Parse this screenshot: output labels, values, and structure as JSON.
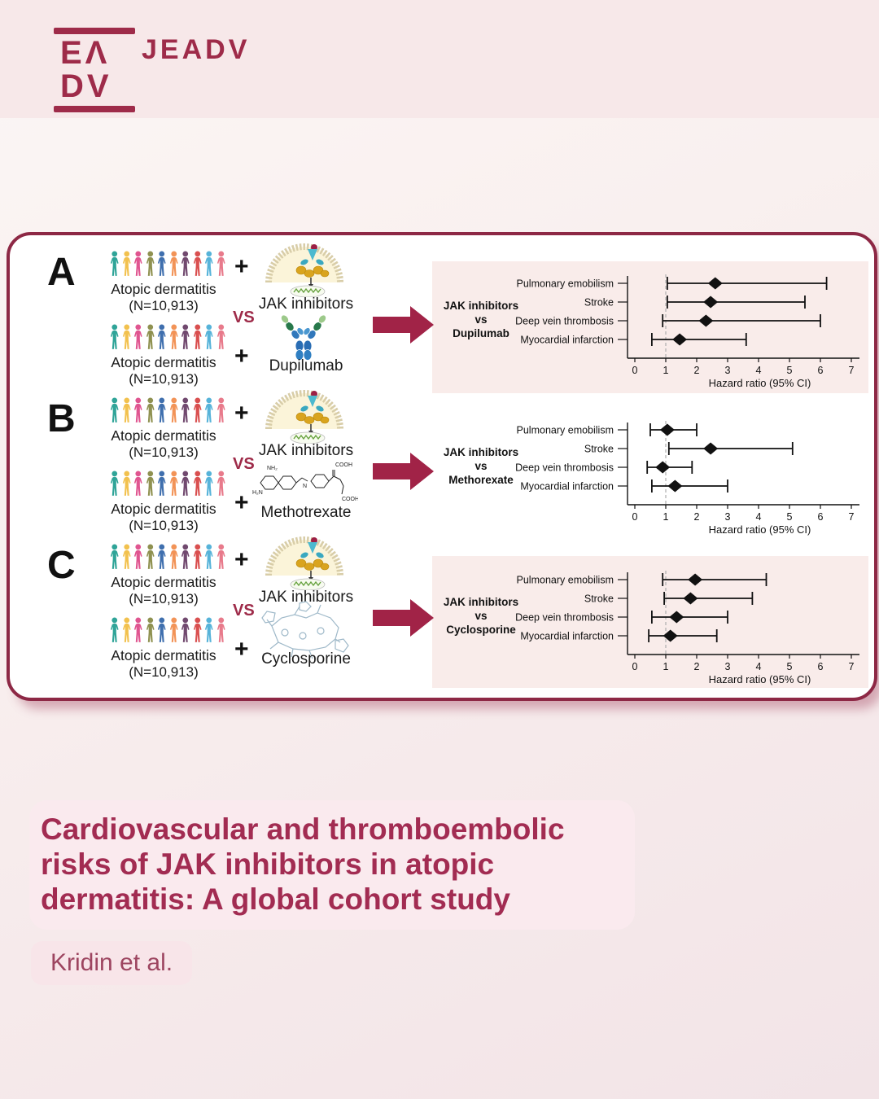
{
  "header": {
    "logo_top": "EΛ",
    "logo_bottom": "DV",
    "journal": "JEADV"
  },
  "sections": [
    {
      "letter": "A",
      "cohort_label": "Atopic dermatitis",
      "cohort_n": "(N=10,913)",
      "plus": "+",
      "vs": "VS",
      "drug1": "JAK inhibitors",
      "drug1_icon": "jak-inhibitor-cell-icon",
      "drug2": "Dupilumab",
      "drug2_icon": "antibody-icon",
      "comparison": [
        "JAK inhibitors",
        "vs",
        "Dupilumab"
      ]
    },
    {
      "letter": "B",
      "cohort_label": "Atopic dermatitis",
      "cohort_n": "(N=10,913)",
      "plus": "+",
      "vs": "VS",
      "drug1": "JAK inhibitors",
      "drug1_icon": "jak-inhibitor-cell-icon",
      "drug2": "Methotrexate",
      "drug2_icon": "methotrexate-structure-icon",
      "comparison": [
        "JAK inhibitors",
        "vs",
        "Methorexate"
      ]
    },
    {
      "letter": "C",
      "cohort_label": "Atopic dermatitis",
      "cohort_n": "(N=10,913)",
      "plus": "+",
      "vs": "VS",
      "drug1": "JAK inhibitors",
      "drug1_icon": "jak-inhibitor-cell-icon",
      "drug2": "Cyclosporine",
      "drug2_icon": "cyclosporine-structure-icon",
      "comparison": [
        "JAK inhibitors",
        "vs",
        "Cyclosporine"
      ]
    }
  ],
  "chart_data": [
    {
      "type": "forest",
      "comparison": "JAK inhibitors vs Dupilumab",
      "categories": [
        "Pulmonary emobilism",
        "Stroke",
        "Deep vein thrombosis",
        "Myocardial infarction"
      ],
      "hr": [
        2.6,
        2.45,
        2.3,
        1.45
      ],
      "ci_low": [
        1.05,
        1.05,
        0.9,
        0.55
      ],
      "ci_high": [
        6.2,
        5.5,
        6.0,
        3.6
      ],
      "xlabel": "Hazard ratio (95% CI)",
      "xlim": [
        0,
        7
      ],
      "ticks": [
        0,
        1,
        2,
        3,
        4,
        5,
        6,
        7
      ],
      "refline": 1
    },
    {
      "type": "forest",
      "comparison": "JAK inhibitors vs Methorexate",
      "categories": [
        "Pulmonary emobilism",
        "Stroke",
        "Deep vein thrombosis",
        "Myocardial infarction"
      ],
      "hr": [
        1.05,
        2.45,
        0.9,
        1.3
      ],
      "ci_low": [
        0.5,
        1.1,
        0.4,
        0.55
      ],
      "ci_high": [
        2.0,
        5.1,
        1.85,
        3.0
      ],
      "xlabel": "Hazard ratio (95% CI)",
      "xlim": [
        0,
        7
      ],
      "ticks": [
        0,
        1,
        2,
        3,
        4,
        5,
        6,
        7
      ],
      "refline": 1
    },
    {
      "type": "forest",
      "comparison": "JAK inhibitors vs Cyclosporine",
      "categories": [
        "Pulmonary emobilism",
        "Stroke",
        "Deep vein thrombosis",
        "Myocardial infarction"
      ],
      "hr": [
        1.95,
        1.8,
        1.35,
        1.15
      ],
      "ci_low": [
        0.9,
        0.95,
        0.55,
        0.45
      ],
      "ci_high": [
        4.25,
        3.8,
        3.0,
        2.65
      ],
      "xlabel": "Hazard ratio (95% CI)",
      "xlim": [
        0,
        7
      ],
      "ticks": [
        0,
        1,
        2,
        3,
        4,
        5,
        6,
        7
      ],
      "refline": 1
    }
  ],
  "footer": {
    "title_lines": [
      "Cardiovascular and thromboembolic",
      "risks of JAK inhibitors in atopic",
      "dermatitis: A global cohort study"
    ],
    "authors": "Kridin et al."
  },
  "colors": {
    "maroon": "#9E2B49",
    "panel_border": "#8D2845",
    "arrow": "#A12347",
    "pink_panel": "#F9ECEA",
    "title_text": "#A22C52",
    "people": [
      "#2FA498",
      "#F2C14E",
      "#E05590",
      "#8F9150",
      "#3F6FAE",
      "#F29357",
      "#71496F",
      "#D94F4F",
      "#56B3D9",
      "#E87A8B"
    ]
  }
}
